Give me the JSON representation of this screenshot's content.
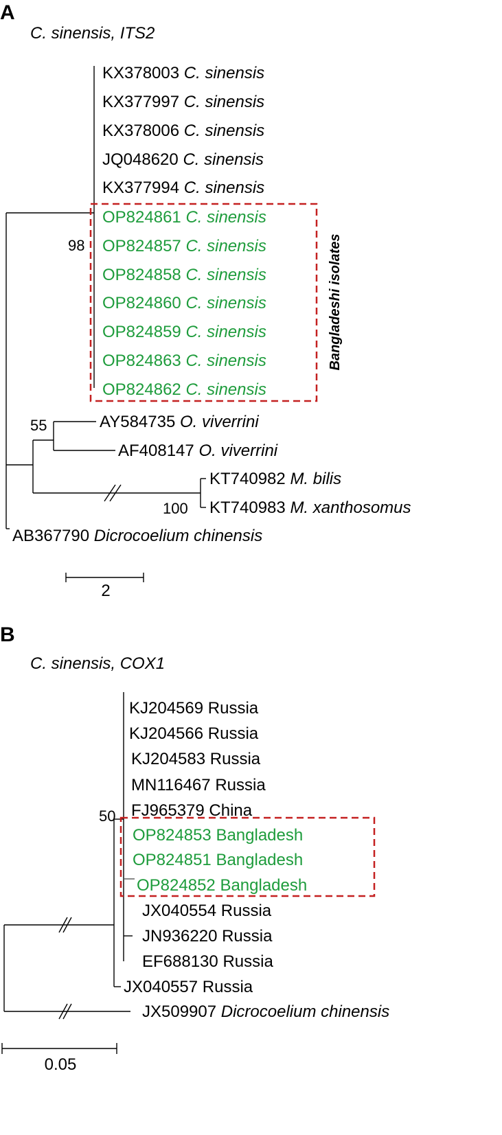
{
  "panel_a": {
    "letter": "A",
    "title": "C. sinensis, ITS2",
    "leaves": [
      {
        "acc": "KX378003",
        "sp": "C. sinensis"
      },
      {
        "acc": "KX377997",
        "sp": "C. sinensis"
      },
      {
        "acc": "KX378006",
        "sp": "C. sinensis"
      },
      {
        "acc": "JQ048620",
        "sp": "C. sinensis"
      },
      {
        "acc": "KX377994",
        "sp": "C. sinensis"
      },
      {
        "acc": "OP824861",
        "sp": "C. sinensis"
      },
      {
        "acc": "OP824857",
        "sp": "C. sinensis"
      },
      {
        "acc": "OP824858",
        "sp": "C. sinensis"
      },
      {
        "acc": "OP824860",
        "sp": "C. sinensis"
      },
      {
        "acc": "OP824859",
        "sp": "C. sinensis"
      },
      {
        "acc": "OP824863",
        "sp": "C. sinensis"
      },
      {
        "acc": "OP824862",
        "sp": "C. sinensis"
      },
      {
        "acc": "AY584735",
        "sp": "O. viverrini"
      },
      {
        "acc": "AF408147",
        "sp": "O. viverrini"
      },
      {
        "acc": "KT740982",
        "sp": "M. bilis"
      },
      {
        "acc": "KT740983",
        "sp": "M. xanthosomus"
      },
      {
        "acc": "AB367790",
        "sp": "Dicrocoelium chinensis"
      }
    ],
    "bootstrap": {
      "csin": "98",
      "ov": "55",
      "mm": "100"
    },
    "box_label": "Bangladeshi isolates",
    "scale": "2"
  },
  "panel_b": {
    "letter": "B",
    "title": "C. sinensis, COX1",
    "leaves": [
      {
        "acc": "KJ204569",
        "loc": "Russia"
      },
      {
        "acc": "KJ204566",
        "loc": "Russia"
      },
      {
        "acc": "KJ204583",
        "loc": "Russia"
      },
      {
        "acc": "MN116467",
        "loc": "Russia"
      },
      {
        "acc": "FJ965379",
        "loc": "China"
      },
      {
        "acc": "OP824853",
        "loc": "Bangladesh"
      },
      {
        "acc": "OP824851",
        "loc": "Bangladesh"
      },
      {
        "acc": "OP824852",
        "loc": "Bangladesh"
      },
      {
        "acc": "JX040554",
        "loc": "Russia"
      },
      {
        "acc": "JN936220",
        "loc": "Russia"
      },
      {
        "acc": "EF688130",
        "loc": "Russia"
      },
      {
        "acc": "JX040557",
        "loc": "Russia"
      },
      {
        "acc": "JX509907",
        "loc": "Dicrocoelium chinensis"
      }
    ],
    "bootstrap": {
      "inner": "50"
    },
    "scale": "0.05"
  },
  "colors": {
    "bangladesh": "#1e9c3c",
    "box": "#c42020",
    "text": "#000000"
  }
}
